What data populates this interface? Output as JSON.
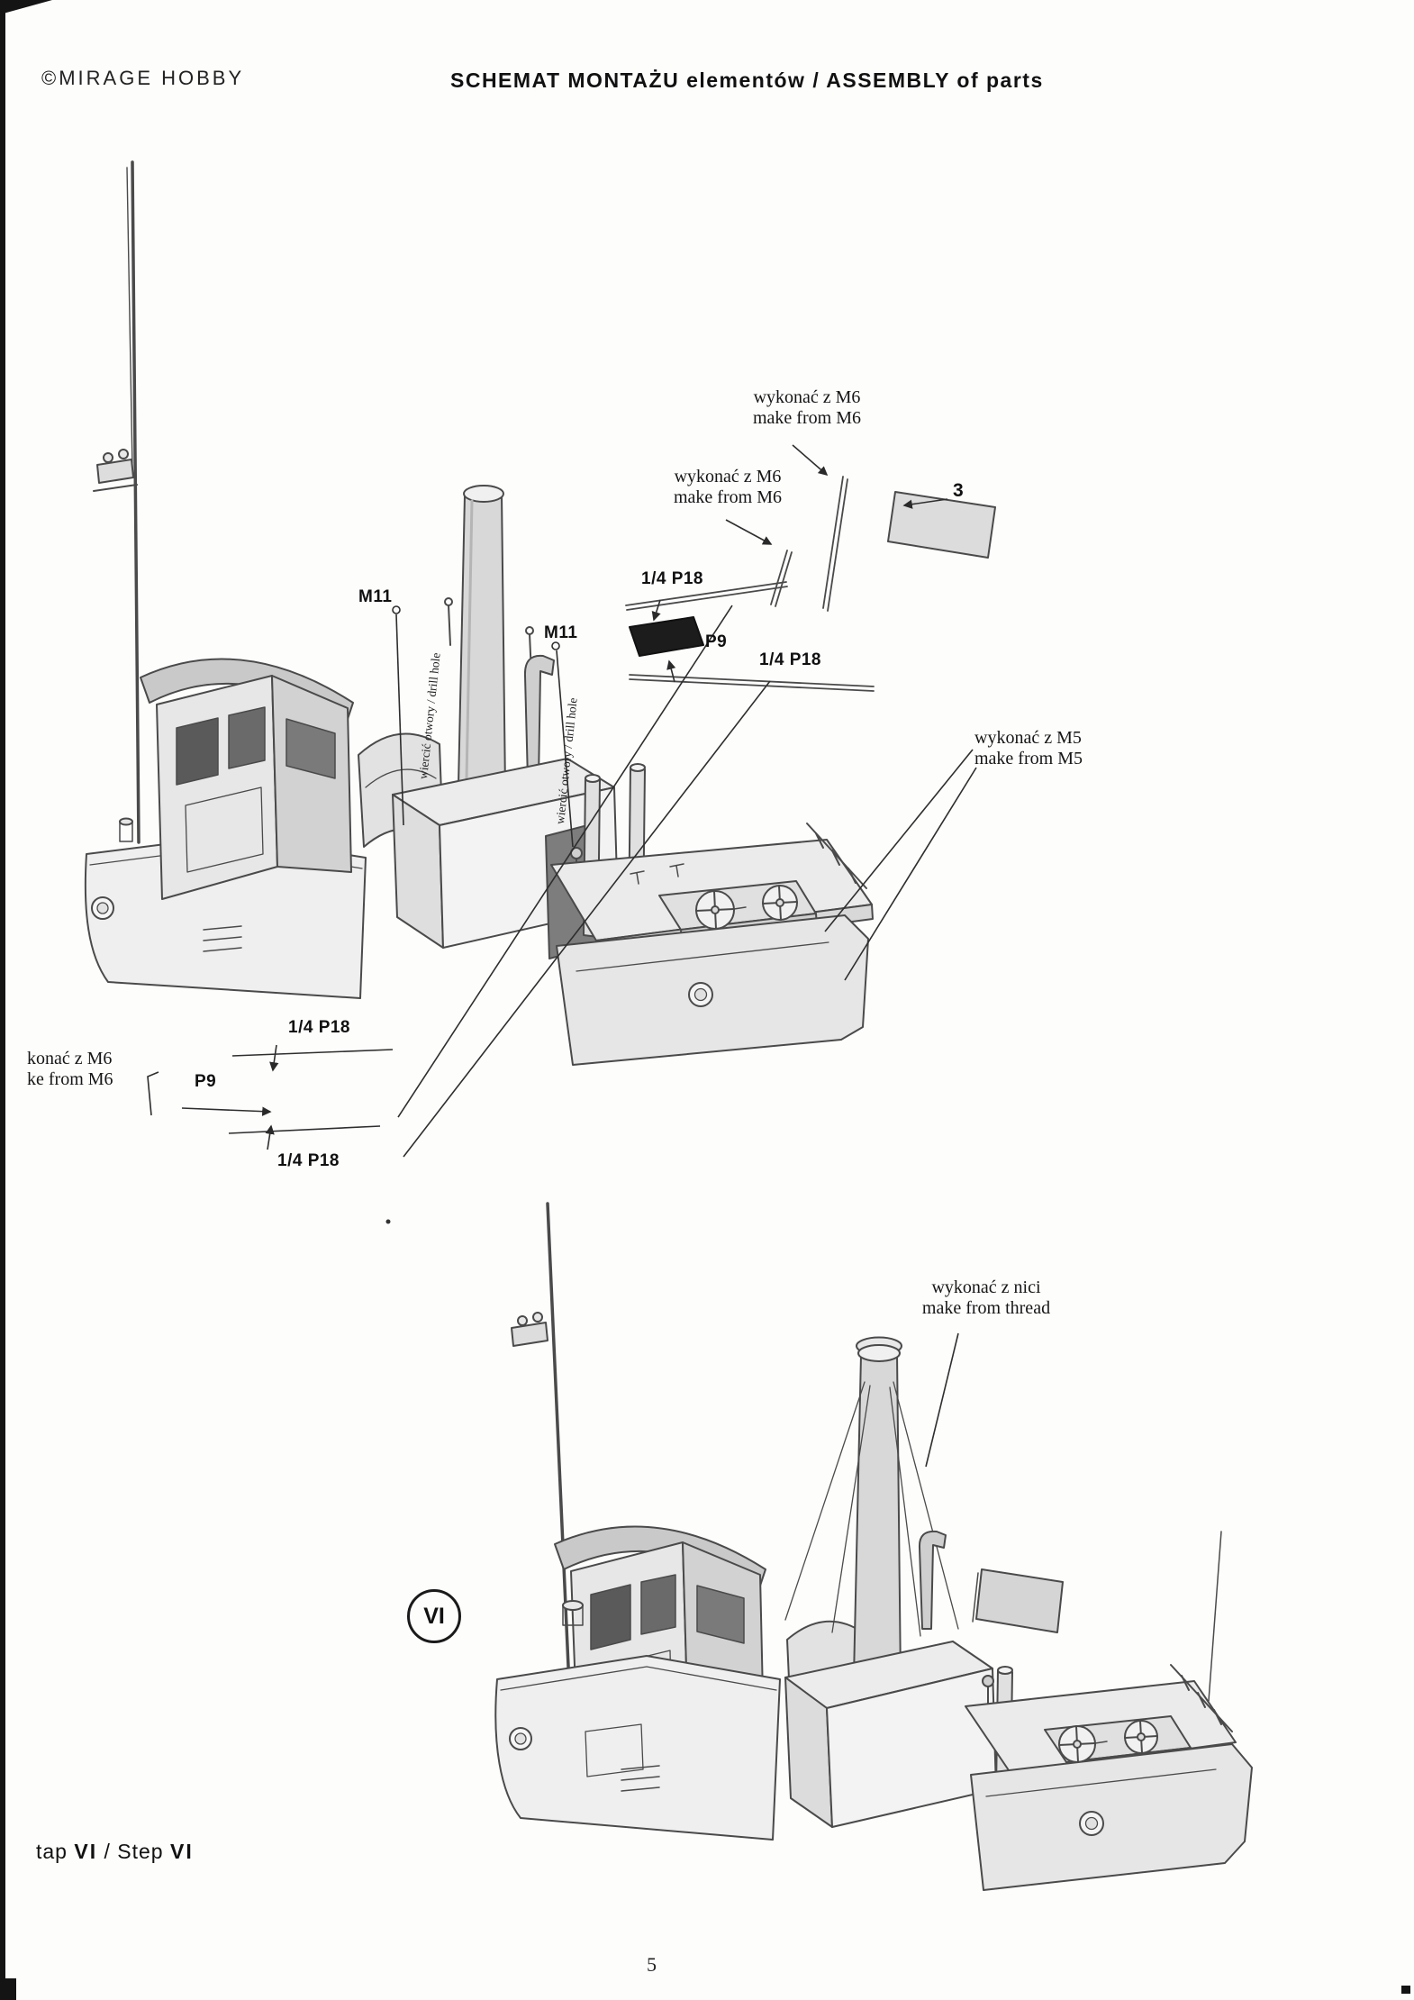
{
  "header": {
    "copyright": "©MIRAGE HOBBY",
    "title": "SCHEMAT MONTAŻU elementów / ASSEMBLY of parts"
  },
  "top_diagram": {
    "make_m6_a": "wykonać z M6\nmake from M6",
    "make_m6_b": "wykonać z M6\nmake from M6",
    "part_3": "3",
    "p18_a": "1/4 P18",
    "p9": "P9",
    "p18_b": "1/4 P18",
    "m11_a": "M11",
    "m11_b": "M11",
    "drill_a": "wiercić otwory / drill hole",
    "drill_b": "wiercić otwory / drill hole",
    "make_m5": "wykonać z M5\nmake from M5",
    "make_m6_cut": "konać z M6\nke from M6",
    "p9_left": "P9",
    "p18_left_top": "1/4 P18",
    "p18_left_bottom": "1/4 P18"
  },
  "bottom_diagram": {
    "make_thread": "wykonać z nici\nmake from thread",
    "step_badge": "VI"
  },
  "footer": {
    "step_text_1": "tap ",
    "step_numeral_1": "VI",
    "step_text_2": " / Step ",
    "step_numeral_2": "VI",
    "page_number": "5"
  },
  "colors": {
    "ink": "#1a1a1a",
    "paper": "#fdfdfc"
  }
}
